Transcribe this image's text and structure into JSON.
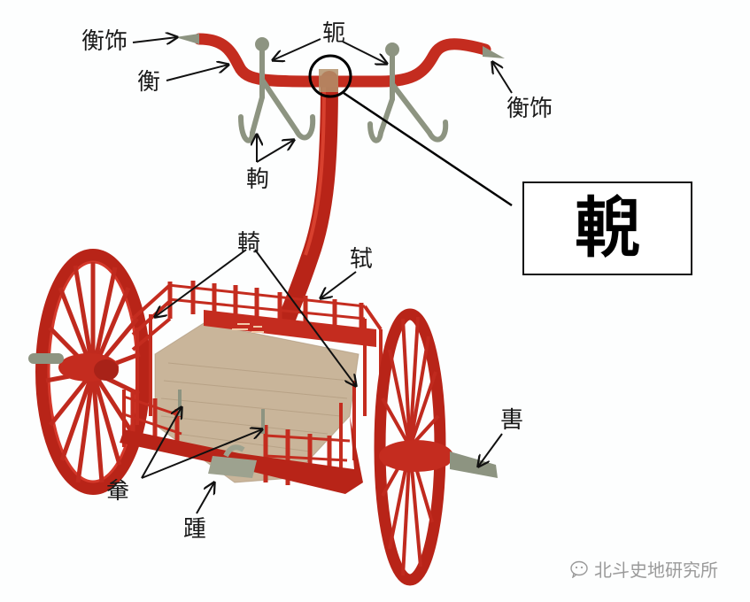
{
  "diagram": {
    "subject": "Ancient Chinese chariot with labeled parts",
    "colors": {
      "lacquer_red": "#c8281e",
      "dark_red": "#8e1a12",
      "bronze": "#8d9481",
      "mat": "#c9b59a",
      "arrow": "#111111"
    },
    "labels": {
      "heng_shi_left": "衡饰",
      "heng": "衡",
      "e": "轭",
      "heng_shi_right": "衡饰",
      "qu": "軥",
      "yi": "輢",
      "shi": "轼",
      "wei": "軎",
      "qian": "軬",
      "zhong": "踵"
    },
    "callout": {
      "text": "輗"
    }
  },
  "watermark": {
    "icon": "wechat-icon",
    "text": "北斗史地研究所"
  }
}
